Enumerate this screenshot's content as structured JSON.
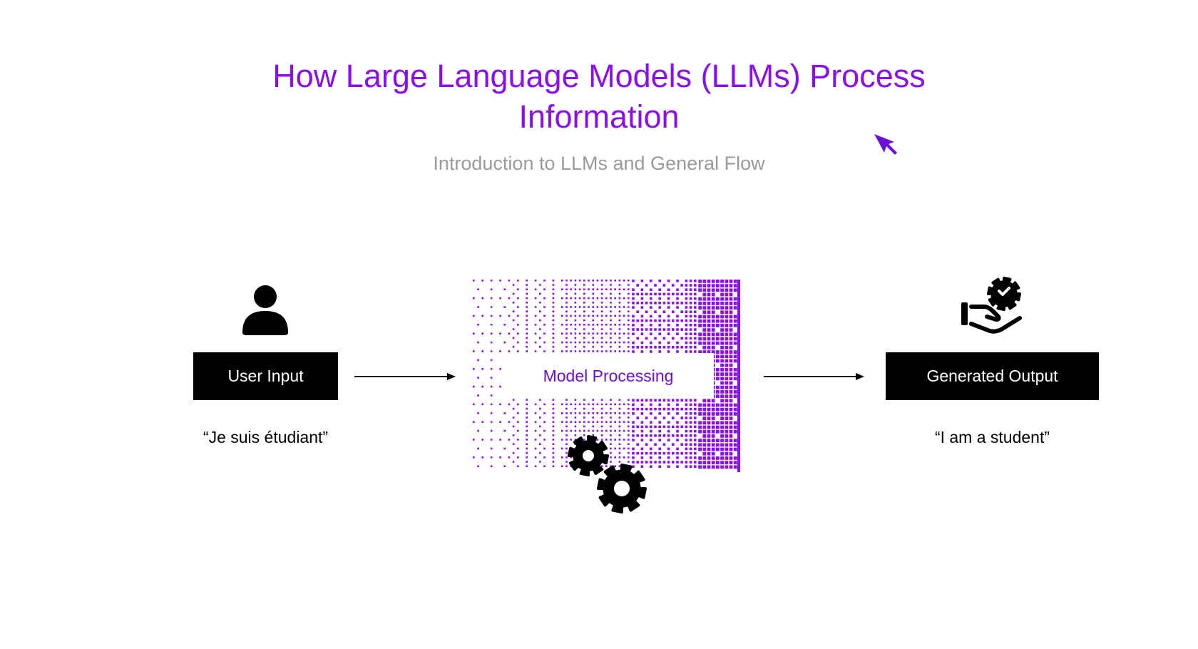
{
  "slide": {
    "title_line1": "How Large Language Models (LLMs) Process",
    "title_line2": "Information",
    "subtitle": "Introduction to LLMs and General Flow",
    "accent_color": "#8a0fef"
  },
  "flow": {
    "steps": [
      {
        "label": "User Input",
        "caption": "“Je suis étudiant”",
        "icon": "person-icon"
      },
      {
        "label": "Model Processing",
        "caption": "",
        "icon": "gears-icon"
      },
      {
        "label": "Generated Output",
        "caption": "“I am a student”",
        "icon": "hand-gear-check-icon"
      }
    ],
    "connectors": [
      "arrow-right",
      "arrow-right"
    ]
  },
  "pointer": {
    "icon": "mouse-cursor-icon"
  }
}
